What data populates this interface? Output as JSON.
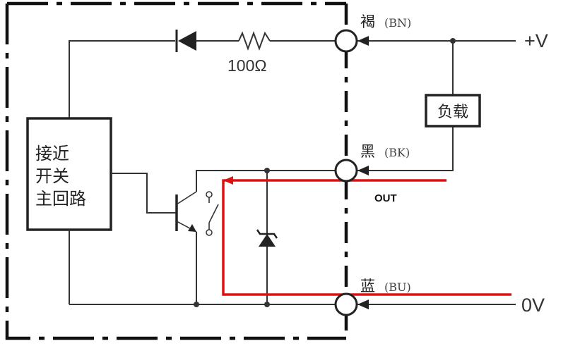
{
  "terminals": [
    {
      "name": "褐",
      "code": "(BN)",
      "rail": "+V"
    },
    {
      "name": "黑",
      "code": "(BK)",
      "rail": ""
    },
    {
      "name": "蓝",
      "code": "(BU)",
      "rail": "0V"
    }
  ],
  "main_circuit": {
    "lines": [
      "接近",
      "开关",
      "主回路"
    ]
  },
  "resistor": {
    "value": "100Ω"
  },
  "load": {
    "label": "负载"
  },
  "output": {
    "label": "OUT"
  },
  "colors": {
    "wire": "#333333",
    "out_path": "#dd1111",
    "background": "#ffffff"
  }
}
